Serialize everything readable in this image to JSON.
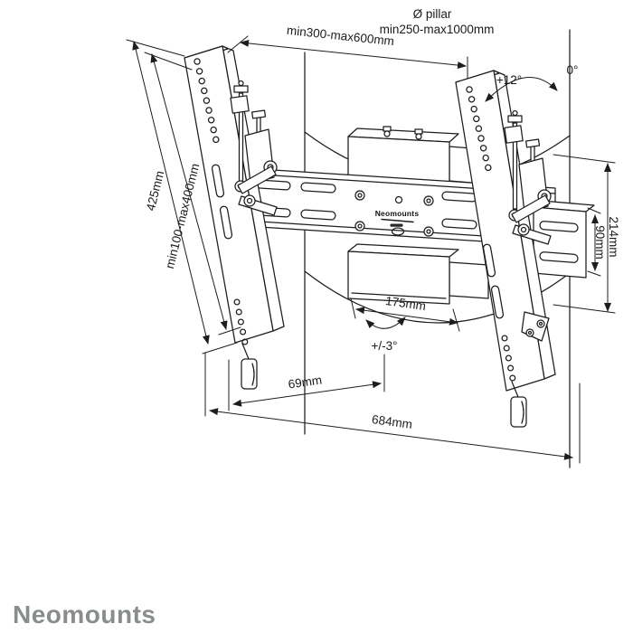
{
  "dims": {
    "pillar_label": "Ø pillar",
    "pillar_range": "min250-max1000mm",
    "top_width": "min300-max600mm",
    "tilt_max": "+12°",
    "tilt_min": "0°",
    "left_outer": "425mm",
    "left_inner": "min100-max400mm",
    "right_outer": "214mm",
    "right_inner": "90mm",
    "clamp_width": "175mm",
    "swivel": "+/-3°",
    "offset": "69mm",
    "total_width": "684mm"
  },
  "branding": {
    "rail_logo": "Neomounts",
    "footer_brand": "Neomounts"
  },
  "colors": {
    "line": "#1d1d1d",
    "brand_gray": "#8a8d8e",
    "background": "#ffffff"
  }
}
